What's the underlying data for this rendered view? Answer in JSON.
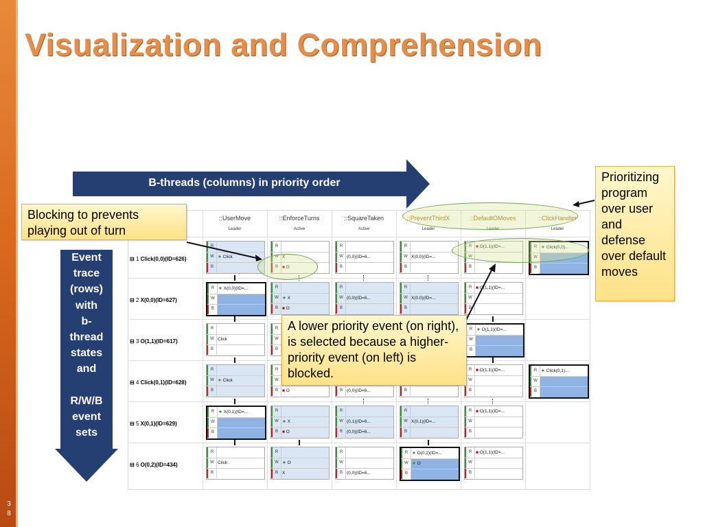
{
  "slide": {
    "title": "Visualization and Comprehension",
    "number_line1": "3",
    "number_line2": "8",
    "top_arrow_text": "B-threads  (columns) in priority order",
    "side_arrow_text": "Event\ntrace\n(rows)\nwith\nb-\nthread\nstates\nand\n\nR/W/B\nevent\nsets",
    "callout_blocking": "Blocking to prevents playing out of turn",
    "callout_lower_priority": "A lower priority event (on right), is selected because a higher-priority event (on left) is blocked.",
    "callout_prioritizing": "Prioritizing program over user and defense over default moves"
  },
  "colors": {
    "accent": "#e48e4a",
    "arrow": "#253f73",
    "note_bg": "#ffe187",
    "ellipse": "#6aa84f",
    "selected_fill": "#8fb4e3"
  },
  "table": {
    "columns": [
      {
        "name": "::UserMove",
        "status": "Leader"
      },
      {
        "name": "::EnforceTurns",
        "status": "Active"
      },
      {
        "name": "::SquareTaken",
        "status": "Active"
      },
      {
        "name": "::PreventThirdX",
        "status": "Leader"
      },
      {
        "name": "::DefaultOMoves",
        "status": "Leader"
      },
      {
        "name": "::ClickHandler",
        "status": "Leader"
      }
    ],
    "rows": [
      {
        "num": "1",
        "event": "Click(0,0)(ID=626)"
      },
      {
        "num": "2",
        "event": "X(0,0)(ID=627)"
      },
      {
        "num": "3",
        "event": "O(1,1)(ID=617)"
      },
      {
        "num": "4",
        "event": "Click(0,1)(ID=628)"
      },
      {
        "num": "5",
        "event": "X(0,1)(ID=629)"
      },
      {
        "num": "6",
        "event": "O(0,2)(ID=434)"
      }
    ],
    "row_label_R": "R",
    "row_label_W": "W",
    "row_label_B": "B",
    "cells": {
      "r1c0": {
        "w": "Click"
      },
      "r1c1": {
        "w": "X",
        "b": "O"
      },
      "r1c2": {
        "w": "(0,0)(ID=6..."
      },
      "r1c3": {
        "w": "X(0,0)(ID=..."
      },
      "r1c4": {
        "r": "O(1,1)(ID=..."
      },
      "r1c5": {
        "r": "Click(0,0)..."
      },
      "r2c0": {
        "r": "X(0,0)(ID=..."
      },
      "r2c1": {
        "w": "X",
        "b": "O"
      },
      "r2c2": {
        "w": "(0,0)(ID=6..."
      },
      "r2c3": {
        "w": "X(0,0)(ID=..."
      },
      "r2c4": {
        "r": "O(1,1)(ID=..."
      },
      "r3c0": {
        "w": "Click"
      },
      "r3c4": {
        "r": "O(1,1)(ID=..."
      },
      "r4c0": {
        "w": "Click"
      },
      "r4c1": {
        "b": "O"
      },
      "r4c2": {
        "b": "(0,0)(ID=6..."
      },
      "r4c4": {
        "r": "O(1,1)(ID=..."
      },
      "r4c5": {
        "r": "Click(0,1)..."
      },
      "r5c0": {
        "r": "X(0,1)(ID=..."
      },
      "r5c1": {
        "w": "X",
        "b": "O"
      },
      "r5c2": {
        "w": "(0,1)(ID=6...",
        "b": "(0,0)(ID=6..."
      },
      "r5c3": {
        "w": "X(0,1)(ID=..."
      },
      "r5c4": {
        "r": "O(1,1)(ID=..."
      },
      "r6c0": {
        "w": "Click"
      },
      "r6c1": {
        "w": "O",
        "b": "X"
      },
      "r6c2": {
        "b": "(0,0)(ID=6..."
      },
      "r6c3": {
        "r": "O(0,2)(ID=...",
        "w": "O"
      },
      "r6c4": {
        "r": "O(1,1)(ID=..."
      }
    }
  }
}
